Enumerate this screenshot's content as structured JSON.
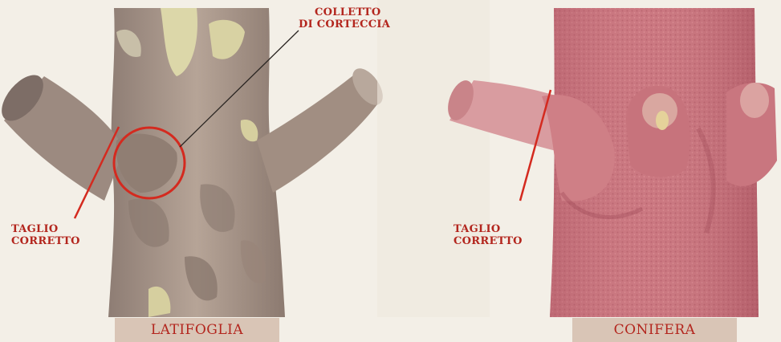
{
  "labels": {
    "collar_line1": "Colletto",
    "collar_line2": "di corteccia",
    "correct_cut_left_line1": "Taglio",
    "correct_cut_left_line2": "corretto",
    "correct_cut_right_line1": "Taglio",
    "correct_cut_right_line2": "corretto"
  },
  "captions": {
    "left": "LATIFOGLIA",
    "right": "CONIFERA"
  },
  "colors": {
    "accent_red": "#d42a1f",
    "caption_bg": "#d9c5b6",
    "broadleaf_bark": "#a89587",
    "broadleaf_highlight": "#dcd7a9",
    "conifer_bark": "#c8707a",
    "conifer_light": "#e3a9a9"
  }
}
